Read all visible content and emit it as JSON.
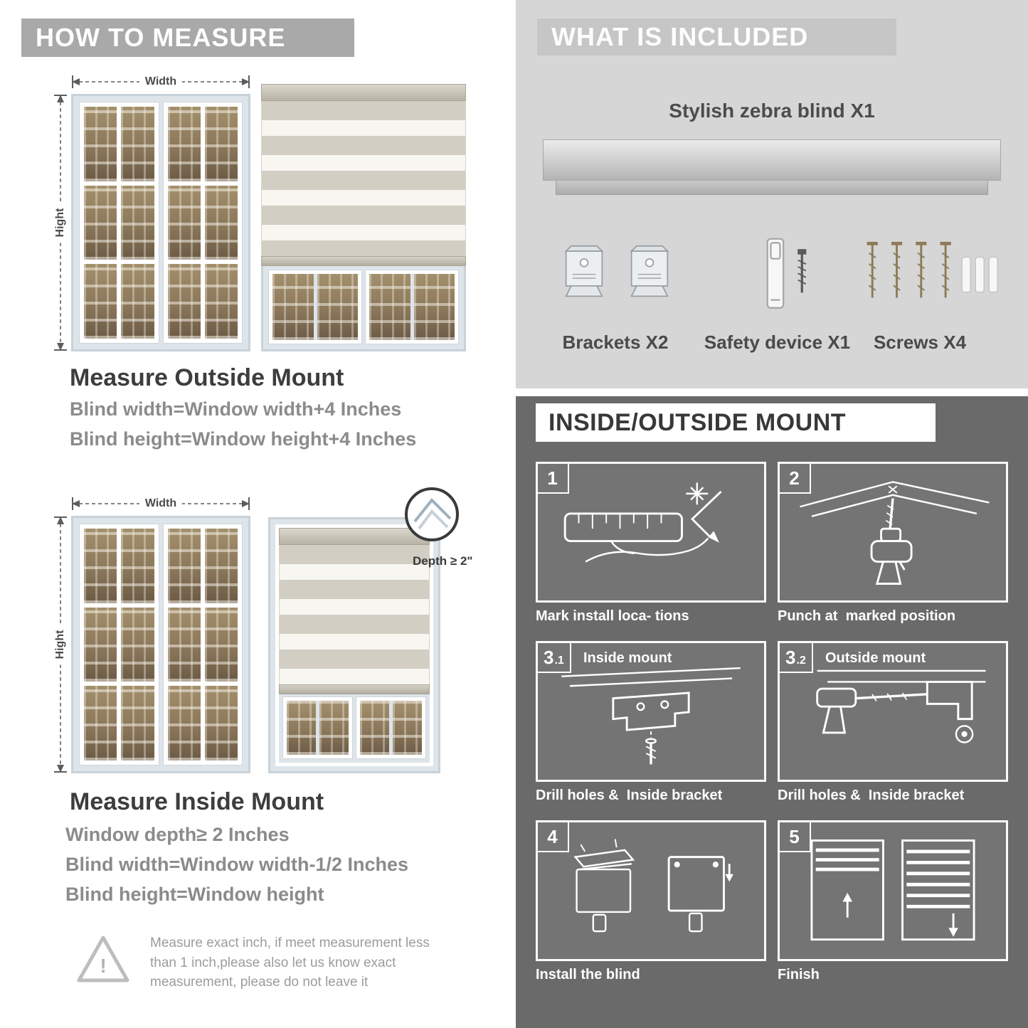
{
  "colors": {
    "left_banner_bg": "#a9a9a9",
    "included_panel_bg": "#d6d6d6",
    "mount_panel_bg": "#6a6a6a",
    "heading_text": "#3d3d3d",
    "body_text": "#8b8b8b"
  },
  "measure": {
    "header": "HOW TO MEASURE",
    "outside": {
      "width_label": "Width",
      "height_label": "Hight",
      "title": "Measure Outside Mount",
      "lines": [
        "Blind width=Window width+4 Inches",
        "Blind height=Window height+4 Inches"
      ]
    },
    "inside": {
      "width_label": "Width",
      "height_label": "Hight",
      "depth_label": "Depth ≥ 2\"",
      "title": "Measure Inside Mount",
      "lines": [
        "Window depth≥ 2 Inches",
        "Blind width=Window width-1/2 Inches",
        "Blind height=Window height"
      ]
    },
    "warning": {
      "mark": "!",
      "text": "Measure exact inch, if meet measurement less than 1 inch,please also let us know exact measurement, please do not leave it"
    }
  },
  "included": {
    "header": "WHAT IS INCLUDED",
    "blind_label": "Stylish zebra blind X1",
    "items": [
      {
        "label": "Brackets X2"
      },
      {
        "label": "Safety device X1"
      },
      {
        "label": "Screws X4"
      }
    ]
  },
  "mount": {
    "header": "INSIDE/OUTSIDE MOUNT",
    "steps": [
      {
        "num": "1",
        "sub": "",
        "label": "",
        "caption": "Mark install loca- tions"
      },
      {
        "num": "2",
        "sub": "",
        "label": "",
        "caption": "Punch at  marked position"
      },
      {
        "num": "3",
        "sub": ".1",
        "label": "Inside mount",
        "caption": "Drill holes &  Inside bracket"
      },
      {
        "num": "3",
        "sub": ".2",
        "label": "Outside mount",
        "caption": "Drill holes &  Inside bracket"
      },
      {
        "num": "4",
        "sub": "",
        "label": "",
        "caption": "Install the blind"
      },
      {
        "num": "5",
        "sub": "",
        "label": "",
        "caption": "Finish"
      }
    ]
  }
}
